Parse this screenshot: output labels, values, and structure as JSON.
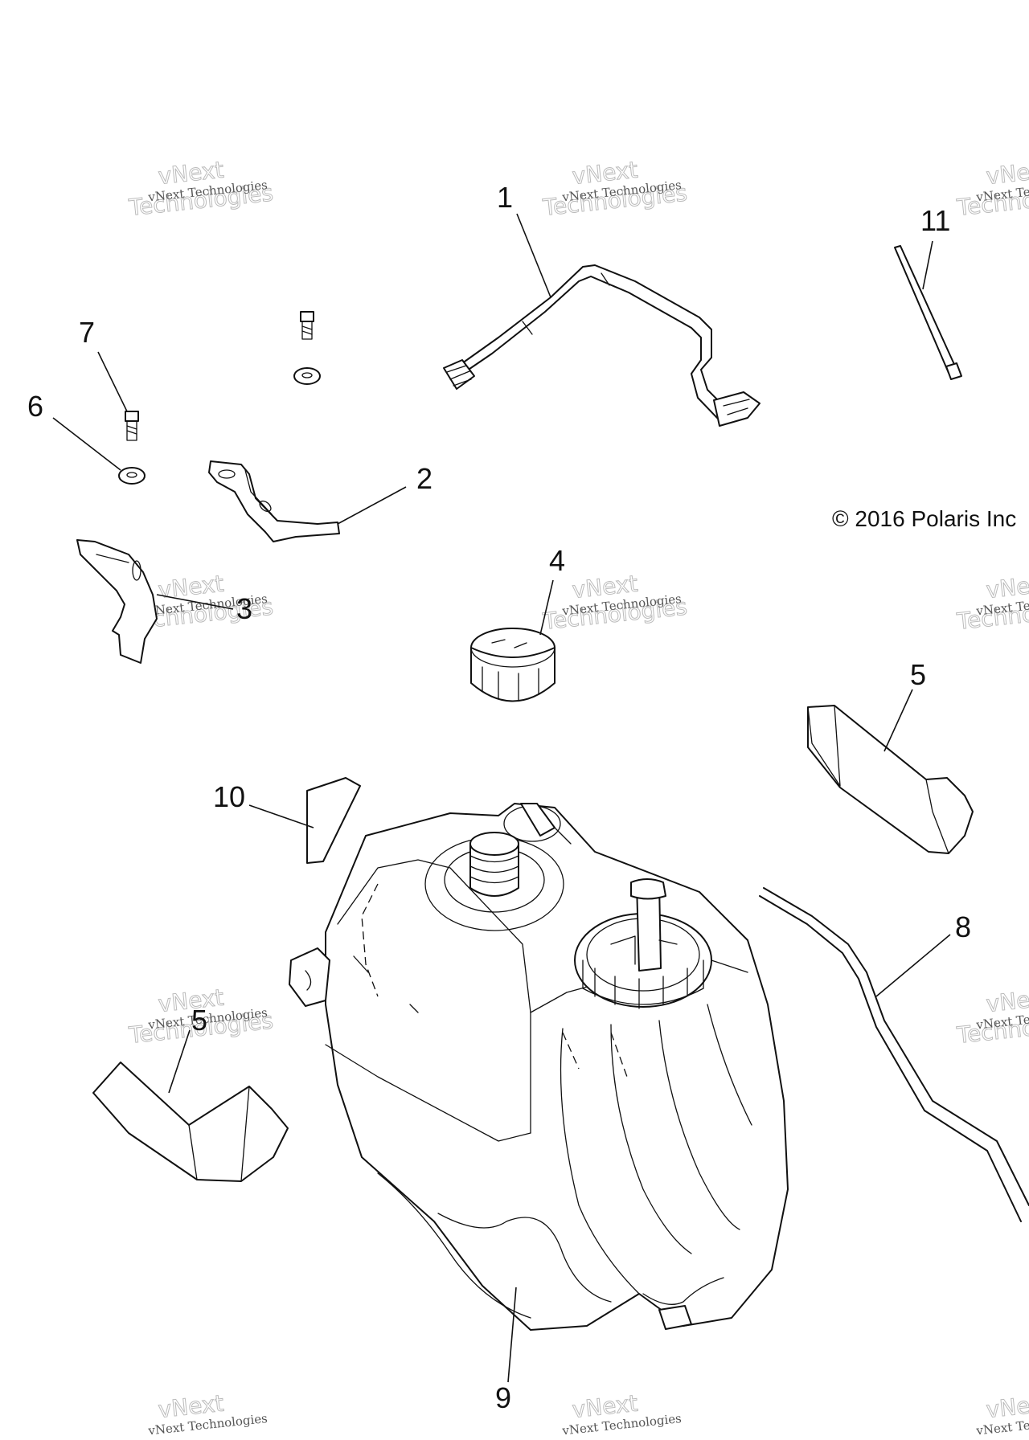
{
  "diagram": {
    "copyright": "© 2016 Polaris Inc",
    "watermark_line1": "vNext Technologies",
    "watermark_line2": "vNext\nTechnologies",
    "callouts": {
      "c1": "1",
      "c2": "2",
      "c3": "3",
      "c4": "4",
      "c5a": "5",
      "c5b": "5",
      "c6": "6",
      "c7": "7",
      "c8": "8",
      "c9": "9",
      "c10": "10",
      "c11": "11"
    }
  }
}
